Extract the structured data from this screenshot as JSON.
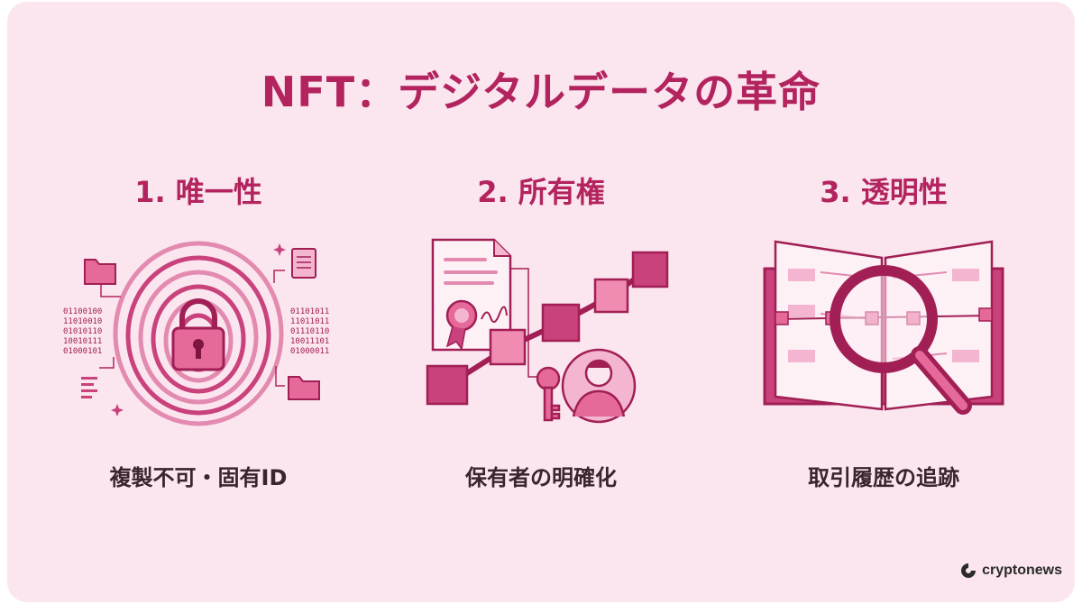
{
  "title": "NFT：デジタルデータの革命",
  "columns": [
    {
      "heading": "1. 唯一性",
      "caption": "複製不可・固有ID",
      "icon": "fingerprint-lock-icon",
      "binary_left": [
        "01100100",
        "11010010",
        "01010110",
        "10010111",
        "01000101"
      ],
      "binary_right": [
        "01101011",
        "11011011",
        "01110110",
        "10011101",
        "01000011"
      ]
    },
    {
      "heading": "2. 所有権",
      "caption": "保有者の明確化",
      "icon": "certificate-blockchain-owner-icon"
    },
    {
      "heading": "3. 透明性",
      "caption": "取引履歴の追跡",
      "icon": "ledger-magnifier-icon"
    }
  ],
  "brand": {
    "name": "cryptonews",
    "icon": "cryptonews-logo-icon"
  },
  "colors": {
    "background": "#fbe6ef",
    "accent": "#b3245f",
    "text": "#3a2430"
  }
}
